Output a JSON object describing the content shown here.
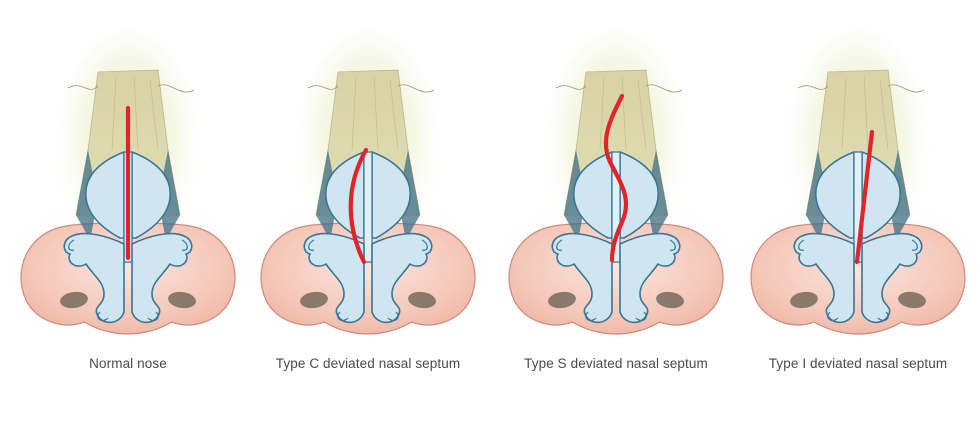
{
  "colors": {
    "skin": "#f3c1b2",
    "skin_highlight": "#fbe3da",
    "skin_outline": "#c98a7a",
    "bone": "#dcd7a8",
    "bone_glow": "#e8eec8",
    "cartilage": "#cfe6f0",
    "cartilage_outline": "#3a7497",
    "cartilage_shadow": "#3f6f85",
    "nostril": "#8a7a6c",
    "septum_line": "#e0242a"
  },
  "figures": [
    {
      "id": "normal",
      "caption": "Normal nose",
      "septum": "normal"
    },
    {
      "id": "type-c",
      "caption": "Type C deviated nasal septum",
      "septum": "c"
    },
    {
      "id": "type-s",
      "caption": "Type S deviated nasal septum",
      "septum": "s"
    },
    {
      "id": "type-i",
      "caption": "Type I  deviated nasal septum",
      "septum": "i"
    }
  ]
}
